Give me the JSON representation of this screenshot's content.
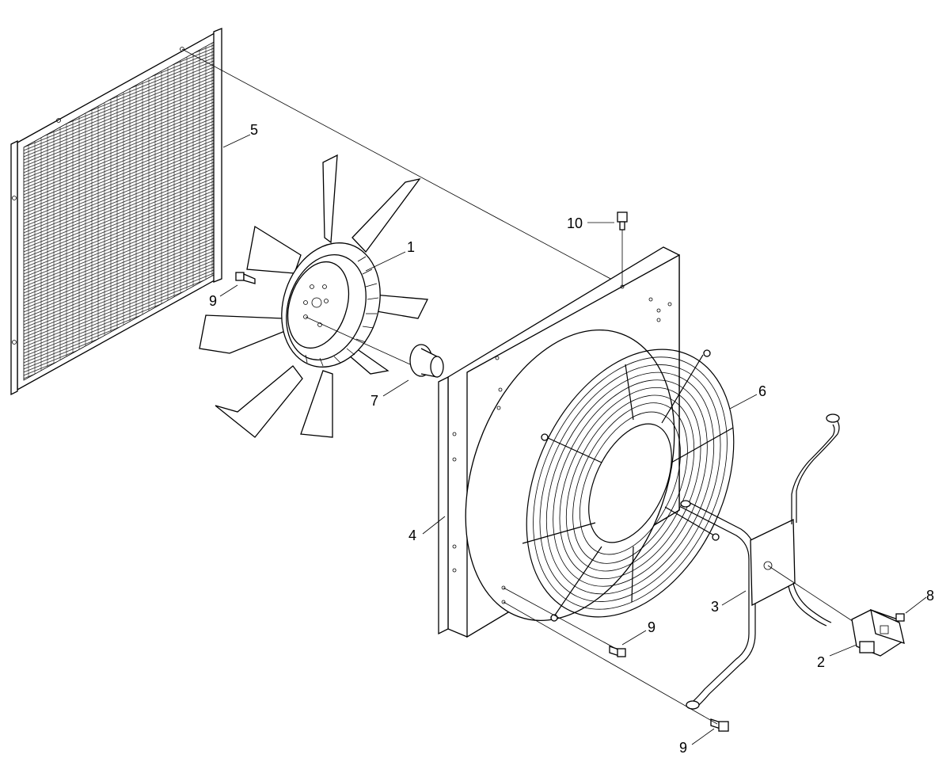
{
  "callouts": [
    {
      "id": "c1",
      "label": "1"
    },
    {
      "id": "c2",
      "label": "2"
    },
    {
      "id": "c3",
      "label": "3"
    },
    {
      "id": "c4",
      "label": "4"
    },
    {
      "id": "c5",
      "label": "5"
    },
    {
      "id": "c6",
      "label": "6"
    },
    {
      "id": "c7",
      "label": "7"
    },
    {
      "id": "c8",
      "label": "8"
    },
    {
      "id": "c9a",
      "label": "9"
    },
    {
      "id": "c9b",
      "label": "9"
    },
    {
      "id": "c9c",
      "label": "9"
    },
    {
      "id": "c10",
      "label": "10"
    }
  ]
}
